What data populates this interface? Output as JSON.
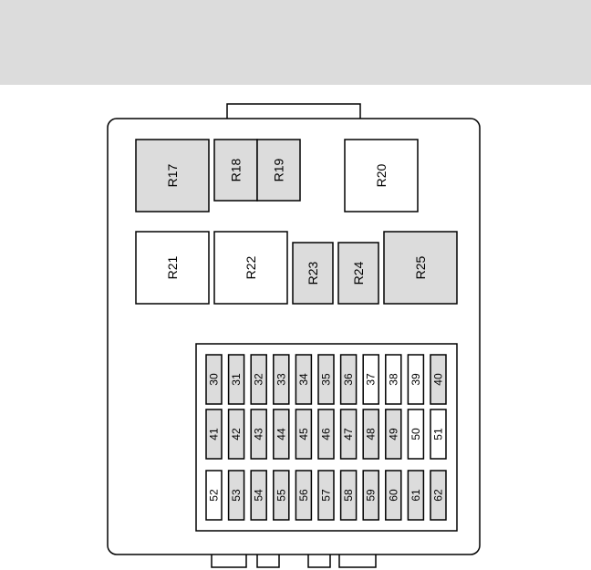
{
  "colors": {
    "header": "#dcdcdc",
    "shaded": "#dcdcdc",
    "plain": "#ffffff",
    "stroke": "#000000"
  },
  "relays": [
    {
      "label": "R17",
      "shaded": true
    },
    {
      "label": "R18",
      "shaded": true
    },
    {
      "label": "R19",
      "shaded": true
    },
    {
      "label": "R20",
      "shaded": false
    },
    {
      "label": "R21",
      "shaded": false
    },
    {
      "label": "R22",
      "shaded": false
    },
    {
      "label": "R23",
      "shaded": true
    },
    {
      "label": "R24",
      "shaded": true
    },
    {
      "label": "R25",
      "shaded": true
    }
  ],
  "fuse_rows": [
    [
      {
        "label": "30",
        "shaded": true
      },
      {
        "label": "31",
        "shaded": true
      },
      {
        "label": "32",
        "shaded": true
      },
      {
        "label": "33",
        "shaded": true
      },
      {
        "label": "34",
        "shaded": true
      },
      {
        "label": "35",
        "shaded": true
      },
      {
        "label": "36",
        "shaded": true
      },
      {
        "label": "37",
        "shaded": false
      },
      {
        "label": "38",
        "shaded": false
      },
      {
        "label": "39",
        "shaded": false
      },
      {
        "label": "40",
        "shaded": true
      }
    ],
    [
      {
        "label": "41",
        "shaded": true
      },
      {
        "label": "42",
        "shaded": true
      },
      {
        "label": "43",
        "shaded": true
      },
      {
        "label": "44",
        "shaded": true
      },
      {
        "label": "45",
        "shaded": true
      },
      {
        "label": "46",
        "shaded": true
      },
      {
        "label": "47",
        "shaded": true
      },
      {
        "label": "48",
        "shaded": true
      },
      {
        "label": "49",
        "shaded": true
      },
      {
        "label": "50",
        "shaded": false
      },
      {
        "label": "51",
        "shaded": false
      }
    ],
    [
      {
        "label": "52",
        "shaded": false
      },
      {
        "label": "53",
        "shaded": true
      },
      {
        "label": "54",
        "shaded": true
      },
      {
        "label": "55",
        "shaded": true
      },
      {
        "label": "56",
        "shaded": true
      },
      {
        "label": "57",
        "shaded": true
      },
      {
        "label": "58",
        "shaded": true
      },
      {
        "label": "59",
        "shaded": true
      },
      {
        "label": "60",
        "shaded": true
      },
      {
        "label": "61",
        "shaded": true
      },
      {
        "label": "62",
        "shaded": true
      }
    ]
  ]
}
